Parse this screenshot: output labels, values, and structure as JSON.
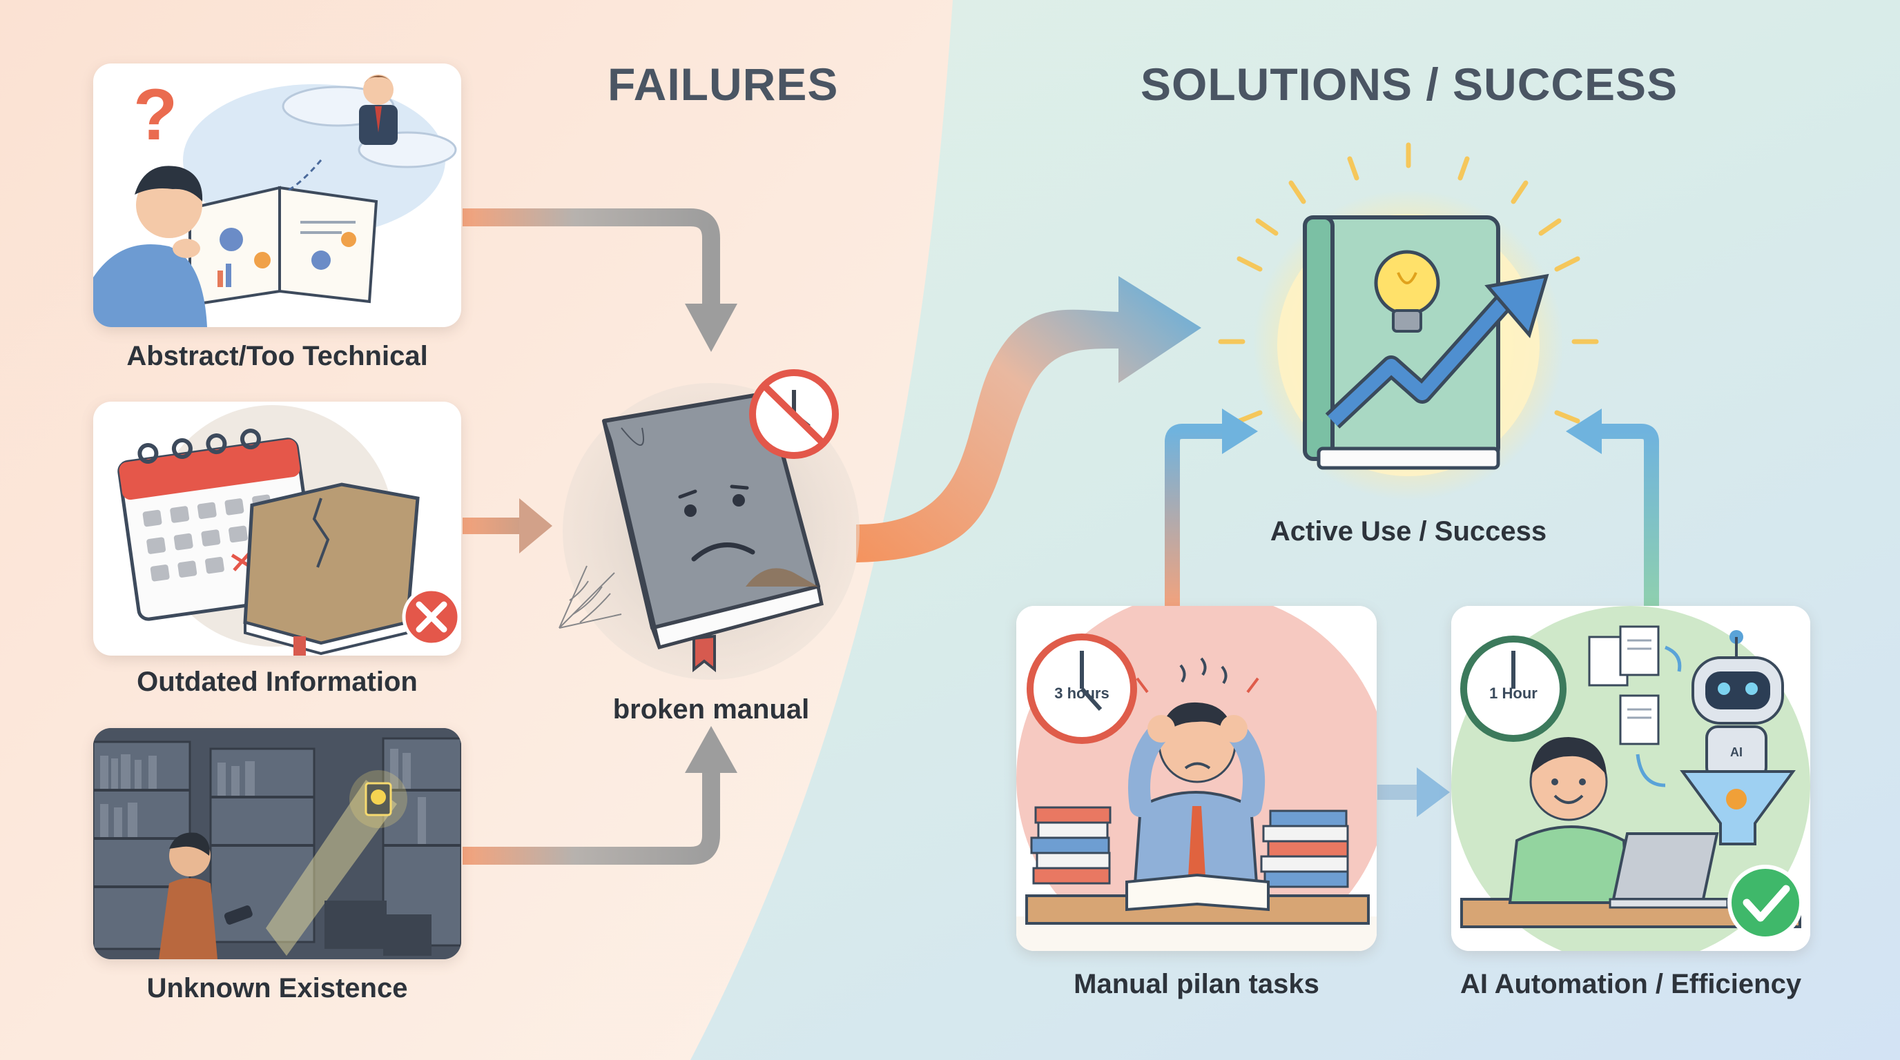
{
  "headers": {
    "failures": "FAILURES",
    "solutions": "SOLUTIONS / SUCCESS"
  },
  "failure_cards": [
    {
      "label": "Abstract/Too Technical",
      "icon": "confused-reader-icon"
    },
    {
      "label": "Outdated Information",
      "icon": "outdated-calendar-icon"
    },
    {
      "label": "Unknown Existence",
      "icon": "dark-library-icon"
    }
  ],
  "center": {
    "label": "broken manual",
    "icon": "sad-book-icon"
  },
  "success": {
    "label": "Active Use / Success",
    "icon": "lightbulb-growth-book-icon"
  },
  "solution_cards": [
    {
      "label": "Manual pilan tasks",
      "clock_text": "3 hours",
      "icon": "stressed-worker-icon"
    },
    {
      "label": "AI Automation / Efficiency",
      "clock_text": "1 Hour",
      "robot_text": "AI",
      "icon": "ai-robot-worker-icon"
    }
  ],
  "colors": {
    "failures_bg": "#fbe6d8",
    "solutions_bg": "#dcefe9",
    "orange_arrow": "#f39a6b",
    "blue_arrow": "#6fb3de",
    "gray_arrow": "#a3a3a3",
    "green_arrow": "#8fcfb0"
  }
}
